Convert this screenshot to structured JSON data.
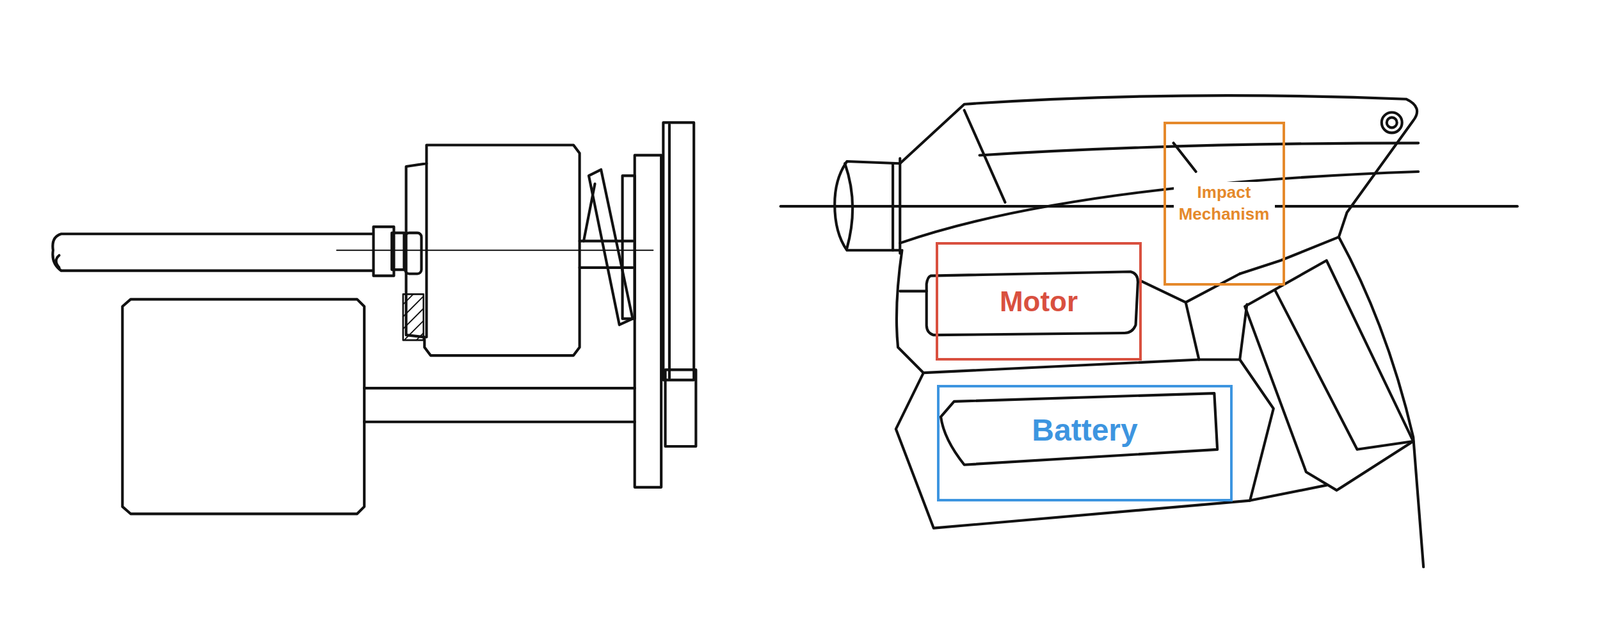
{
  "diagram": {
    "nodes": [
      {
        "text": [
          "Impact Mechanism"
        ]
      },
      {
        "text": [
          "Motor"
        ]
      },
      {
        "text": [
          "Battery"
        ]
      }
    ]
  }
}
